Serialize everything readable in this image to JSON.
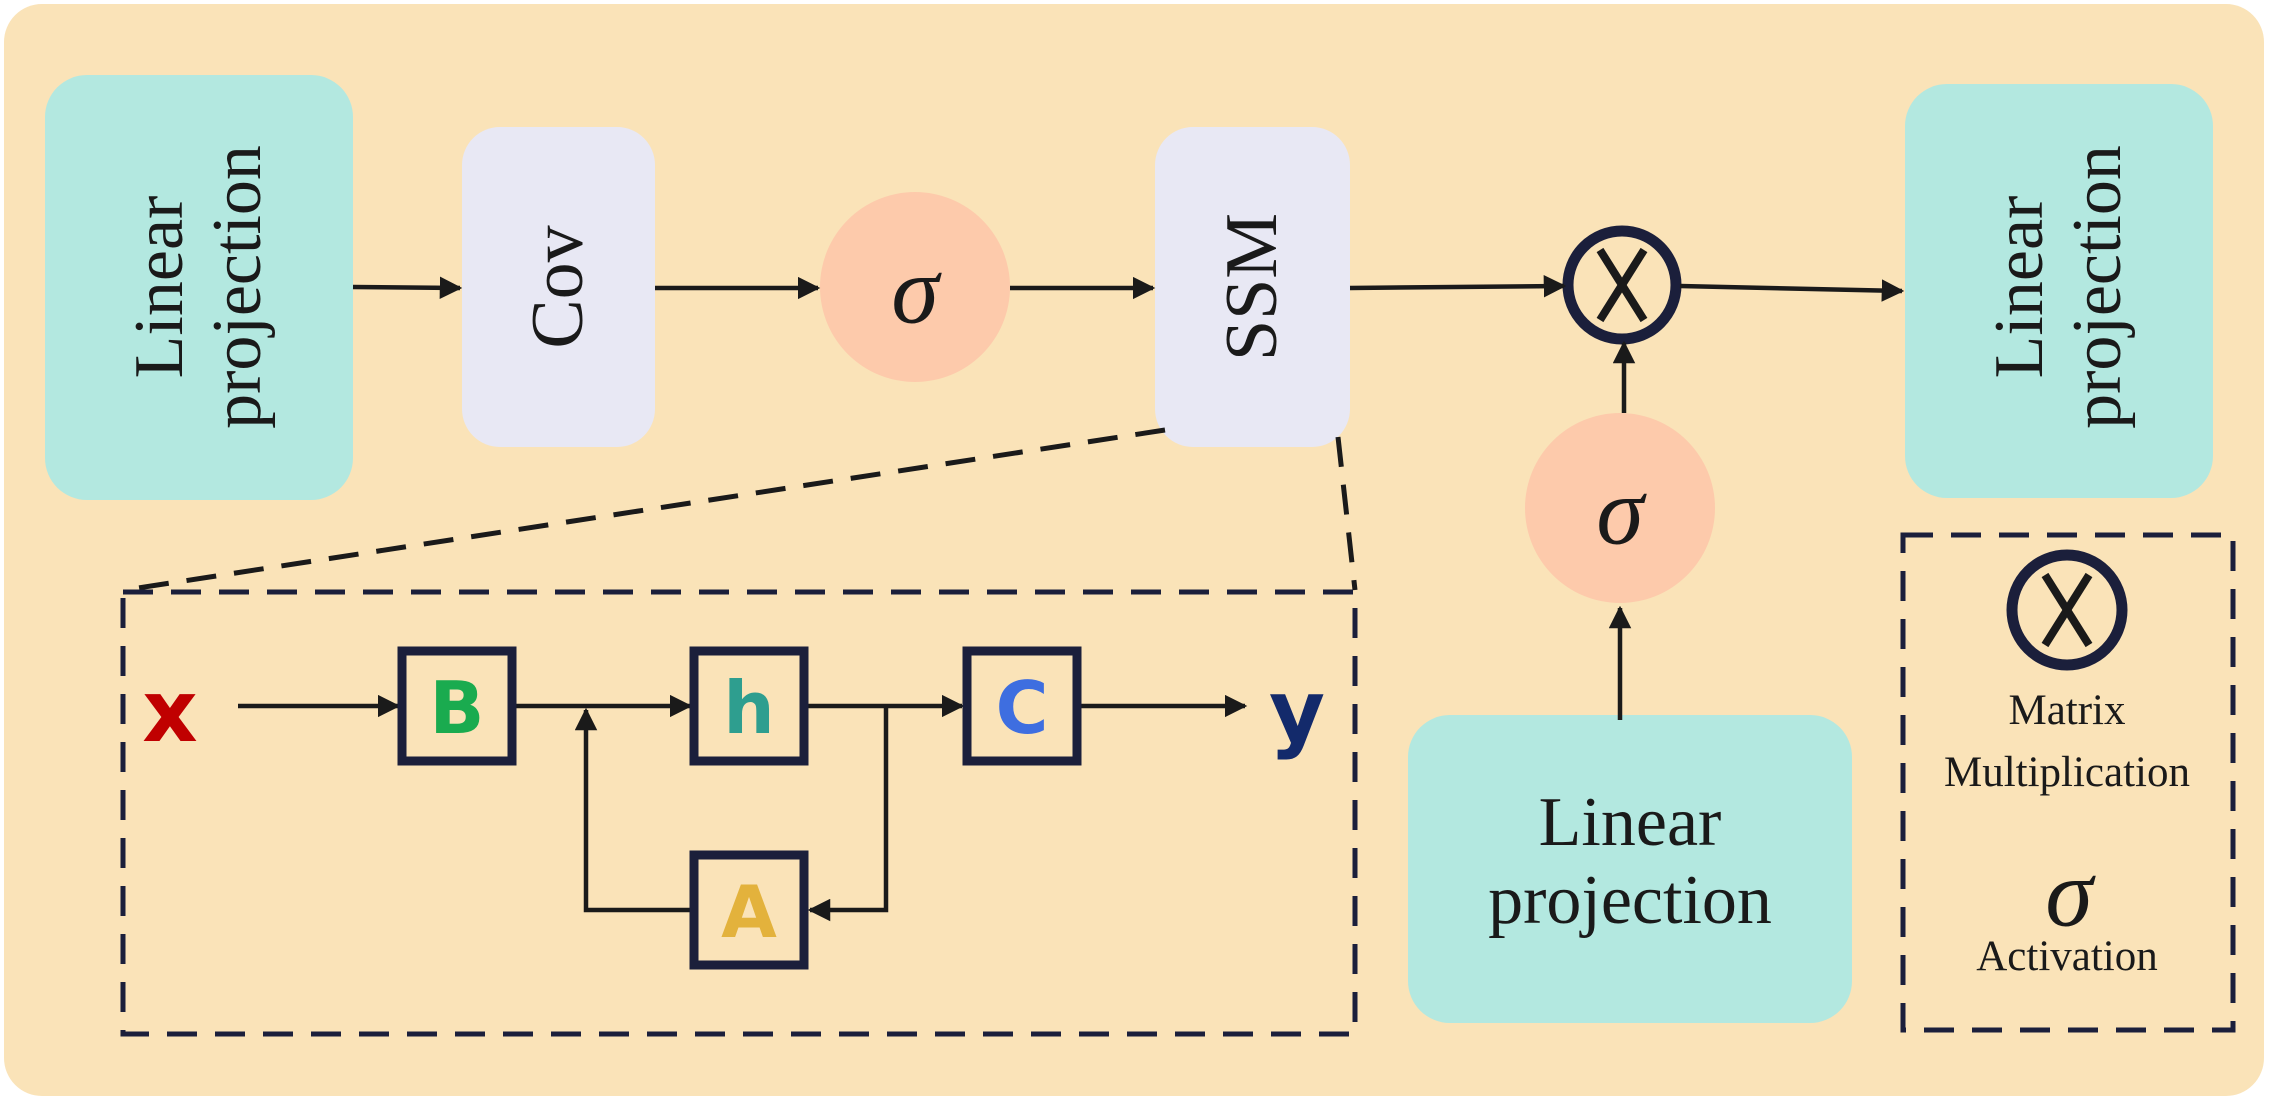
{
  "blocks": {
    "linear_in": "Linear projection",
    "conv": "Cov",
    "act_main": "σ",
    "ssm": "SSM",
    "act_gate": "σ",
    "linear_gate": "Linear projection",
    "linear_out": "Linear projection"
  },
  "ssm_detail": {
    "input": "x",
    "b": "B",
    "h": "h",
    "c": "C",
    "a": "A",
    "output": "y"
  },
  "legend": {
    "multiply_label": "Matrix Multiplication",
    "activation_symbol": "σ",
    "activation_label": "Activation"
  },
  "colors": {
    "background": "#fae3b8",
    "teal_block": "#b3e8e0",
    "lavender_block": "#e8e8f4",
    "salmon_circle": "#fdcaab",
    "stroke": "#1a1a1a",
    "navy": "#1b1f3b",
    "x_red": "#c00000",
    "b_green": "#1aab4f",
    "h_teal": "#2e9e8f",
    "c_blue": "#3e6ee0",
    "a_gold": "#e3b23c",
    "y_navy": "#132a6b"
  }
}
